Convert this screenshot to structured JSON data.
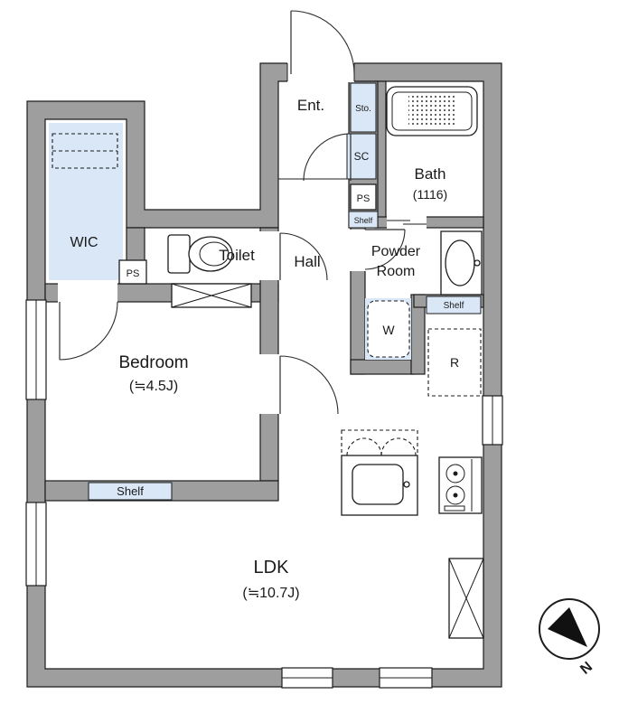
{
  "floorplan": {
    "entrance": {
      "label": "Ent."
    },
    "storage": {
      "label": "Sto."
    },
    "shoe_closet": {
      "label": "SC"
    },
    "ps_entrance": {
      "label": "PS"
    },
    "shelf_entrance": {
      "label": "Shelf"
    },
    "bath": {
      "label": "Bath",
      "size": "(1116)"
    },
    "powder_room": {
      "line1": "Powder",
      "line2": "Room"
    },
    "shelf_powder": {
      "label": "Shelf"
    },
    "washer": {
      "label": "W"
    },
    "refrigerator": {
      "label": "R"
    },
    "toilet": {
      "label": "Toilet"
    },
    "hall": {
      "label": "Hall"
    },
    "wic": {
      "label": "WIC"
    },
    "ps_wic": {
      "label": "PS"
    },
    "bedroom": {
      "label": "Bedroom",
      "size": "(≒4.5J)"
    },
    "shelf_bedroom": {
      "label": "Shelf"
    },
    "ldk": {
      "label": "LDK",
      "size": "(≒10.7J)"
    },
    "compass": {
      "label": "N"
    }
  },
  "colors": {
    "wall": "#9e9e9e",
    "fixture_blue": "#d9e7f6",
    "line": "#1c1c1c"
  }
}
